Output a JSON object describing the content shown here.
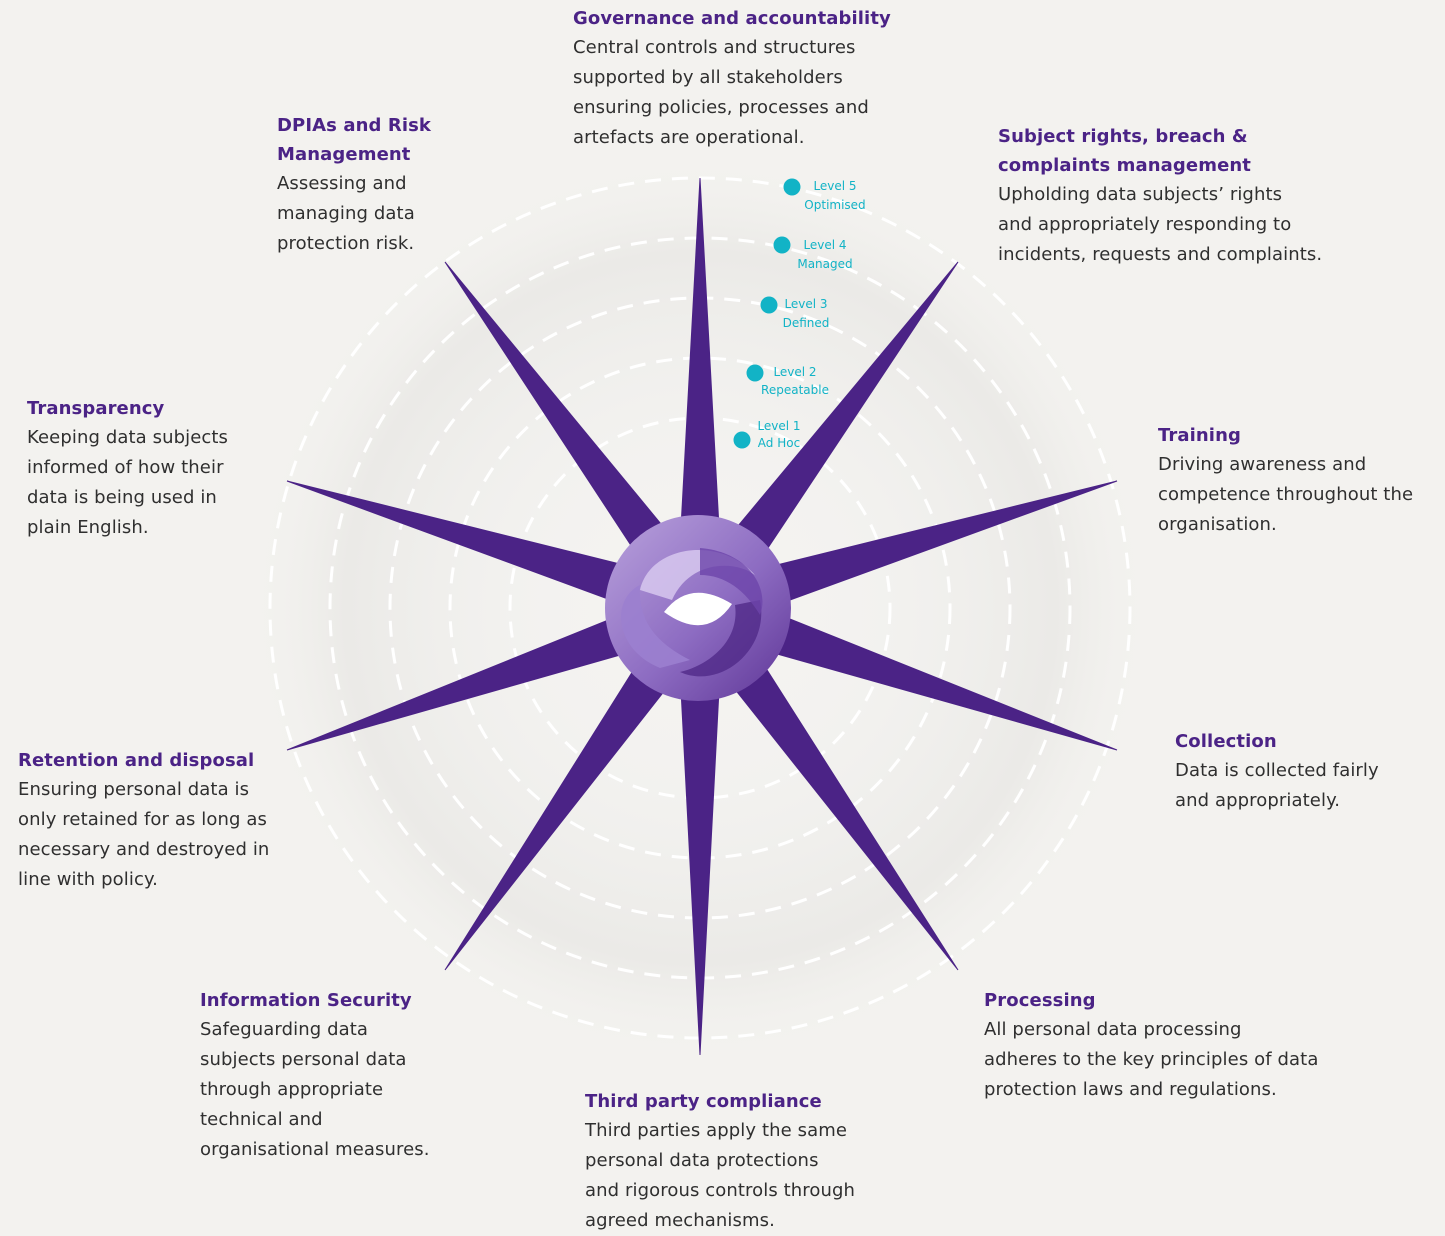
{
  "colors": {
    "background": "#f3f2ef",
    "star": "#4b2386",
    "accent_title": "#4b2386",
    "level_marker": "#12b3c6",
    "ring_dash": "#ffffff"
  },
  "center": {
    "icon": "swirl-logo-icon"
  },
  "levels": [
    {
      "line1": "Level 5",
      "line2": "Optimised"
    },
    {
      "line1": "Level 4",
      "line2": "Managed"
    },
    {
      "line1": "Level 3",
      "line2": "Defined"
    },
    {
      "line1": "Level 2",
      "line2": "Repeatable"
    },
    {
      "line1": "Level 1",
      "line2": "Ad Hoc"
    }
  ],
  "pillars": {
    "governance": {
      "title": "Governance and accountability",
      "desc": "Central controls and structures\nsupported by all stakeholders\nensuring policies, processes and\nartefacts are operational."
    },
    "subject_rights": {
      "title": "Subject rights, breach &\ncomplaints management",
      "desc": "Upholding data subjects’ rights\nand appropriately responding to\nincidents, requests and complaints."
    },
    "training": {
      "title": "Training",
      "desc": "Driving awareness and\ncompetence throughout the\norganisation."
    },
    "collection": {
      "title": "Collection",
      "desc": "Data is collected fairly\nand appropriately."
    },
    "processing": {
      "title": "Processing",
      "desc": "All personal data processing\nadheres to the key principles of data\nprotection laws and regulations."
    },
    "third_party": {
      "title": "Third party compliance",
      "desc": "Third parties apply the same\npersonal data protections\nand rigorous controls through\nagreed mechanisms."
    },
    "info_security": {
      "title": "Information Security",
      "desc": "Safeguarding data\nsubjects personal data\nthrough appropriate\ntechnical and\norganisational measures."
    },
    "retention": {
      "title": "Retention and disposal",
      "desc": "Ensuring personal data is\nonly retained for as long as\nnecessary and destroyed in\nline with policy."
    },
    "transparency": {
      "title": "Transparency",
      "desc": "Keeping data subjects\ninformed of how their\ndata is being used in\nplain English."
    },
    "dpias": {
      "title": "DPIAs and Risk\nManagement",
      "desc": "Assessing and\nmanaging data\nprotection risk."
    }
  }
}
